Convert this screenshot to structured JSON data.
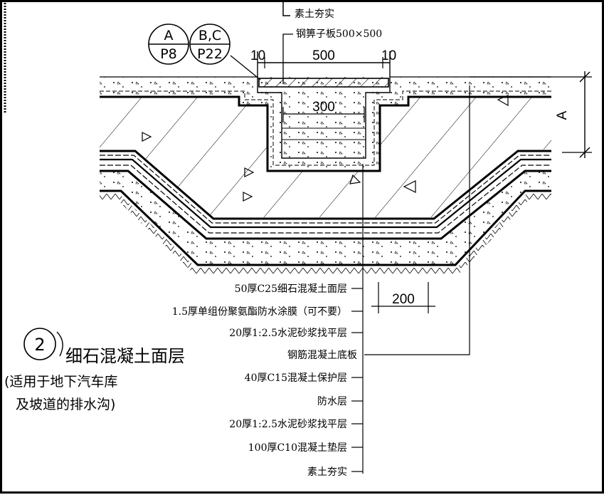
{
  "drawing": {
    "top_note": "素土夯实",
    "grate_label": "钢箅子板500×500",
    "ref_a": {
      "top": "A",
      "bottom": "P8"
    },
    "ref_bc": {
      "top": "B,C",
      "bottom": "P22"
    },
    "dim_left_10": "10",
    "dim_500": "500",
    "dim_right_10": "10",
    "dim_300": "300",
    "dim_200": "200",
    "dim_a": "A",
    "layers": [
      "50厚C25细石混凝土面层",
      "1.5厚单组份聚氨酯防水涂膜（可不要）",
      "20厚1:2.5水泥砂浆找平层",
      "钢筋混凝土底板",
      "40厚C15混凝土保护层",
      "防水层",
      "20厚1:2.5水泥砂浆找平层",
      "100厚C10混凝土垫层",
      "素土夯实"
    ],
    "detail_number": "2",
    "detail_title": "细石混凝土面层",
    "detail_note_line1": "(适用于地下汽车库",
    "detail_note_line2": "及坡道的排水沟)"
  }
}
